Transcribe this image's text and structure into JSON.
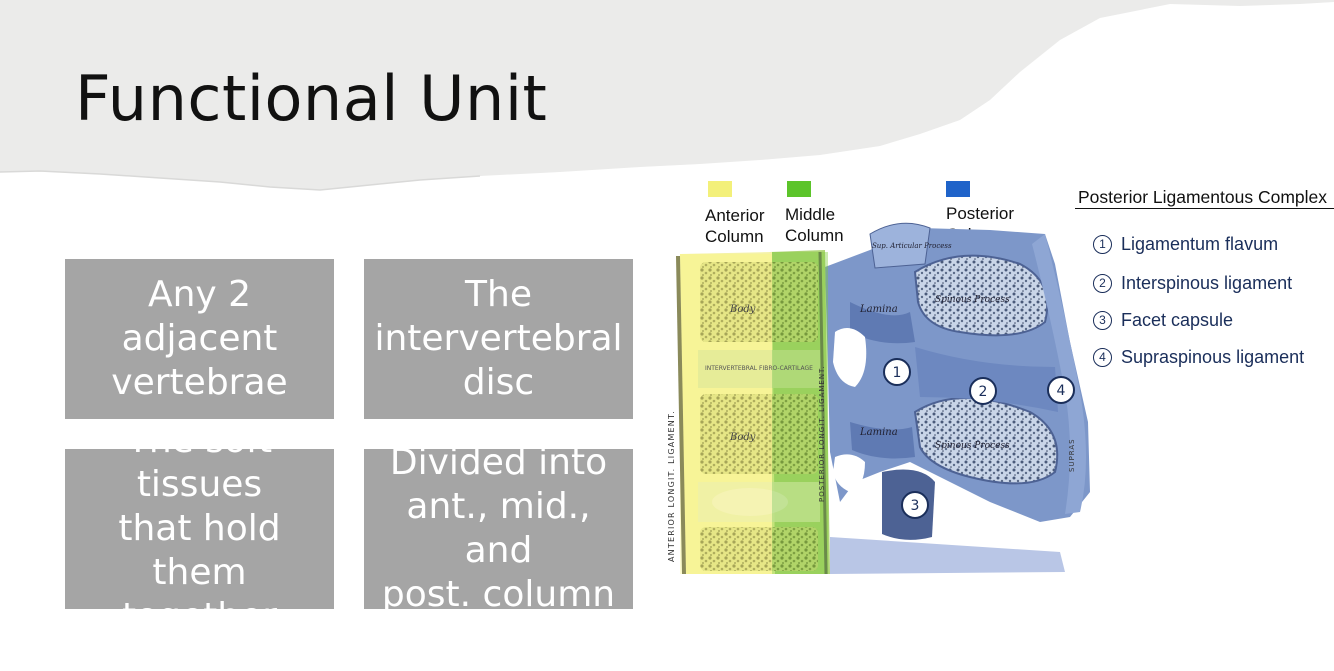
{
  "slide": {
    "title": "Functional Unit",
    "boxes": [
      "Any 2 adjacent\nvertebrae",
      "The\nintervertebral\ndisc",
      "The soft tissues\nthat hold them\ntogether",
      "Divided into\nant., mid., and\npost. column"
    ]
  },
  "figure": {
    "columns": [
      {
        "label": "Anterior\nColumn",
        "color": "#f3f07a"
      },
      {
        "label": "Middle\nColumn",
        "color": "#5cc42a"
      },
      {
        "label": "Posterior\nColumn",
        "color": "#1f63c9"
      }
    ],
    "complex_title": "Posterior Ligamentous Complex",
    "legend": [
      {
        "num": "1",
        "label": "Ligamentum flavum"
      },
      {
        "num": "2",
        "label": "Interspinous ligament"
      },
      {
        "num": "3",
        "label": "Facet capsule"
      },
      {
        "num": "4",
        "label": "Supraspinous ligament"
      }
    ],
    "markers": [
      "1",
      "2",
      "3",
      "4"
    ],
    "anatomy_labels": {
      "ligament_left": "ANTERIOR LONGIT. LIGAMENT.",
      "ligament_mid": "POSTERIOR LONGIT. LIGAMENT.",
      "supraspinous": "SUPRAS",
      "lamina": "Lamina",
      "spinous": "Spinous Process",
      "body": "Body",
      "disc": "INTERVERTEBRAL FIBRO-CARTILAGE",
      "articular": "Sup. Articular Process"
    }
  }
}
